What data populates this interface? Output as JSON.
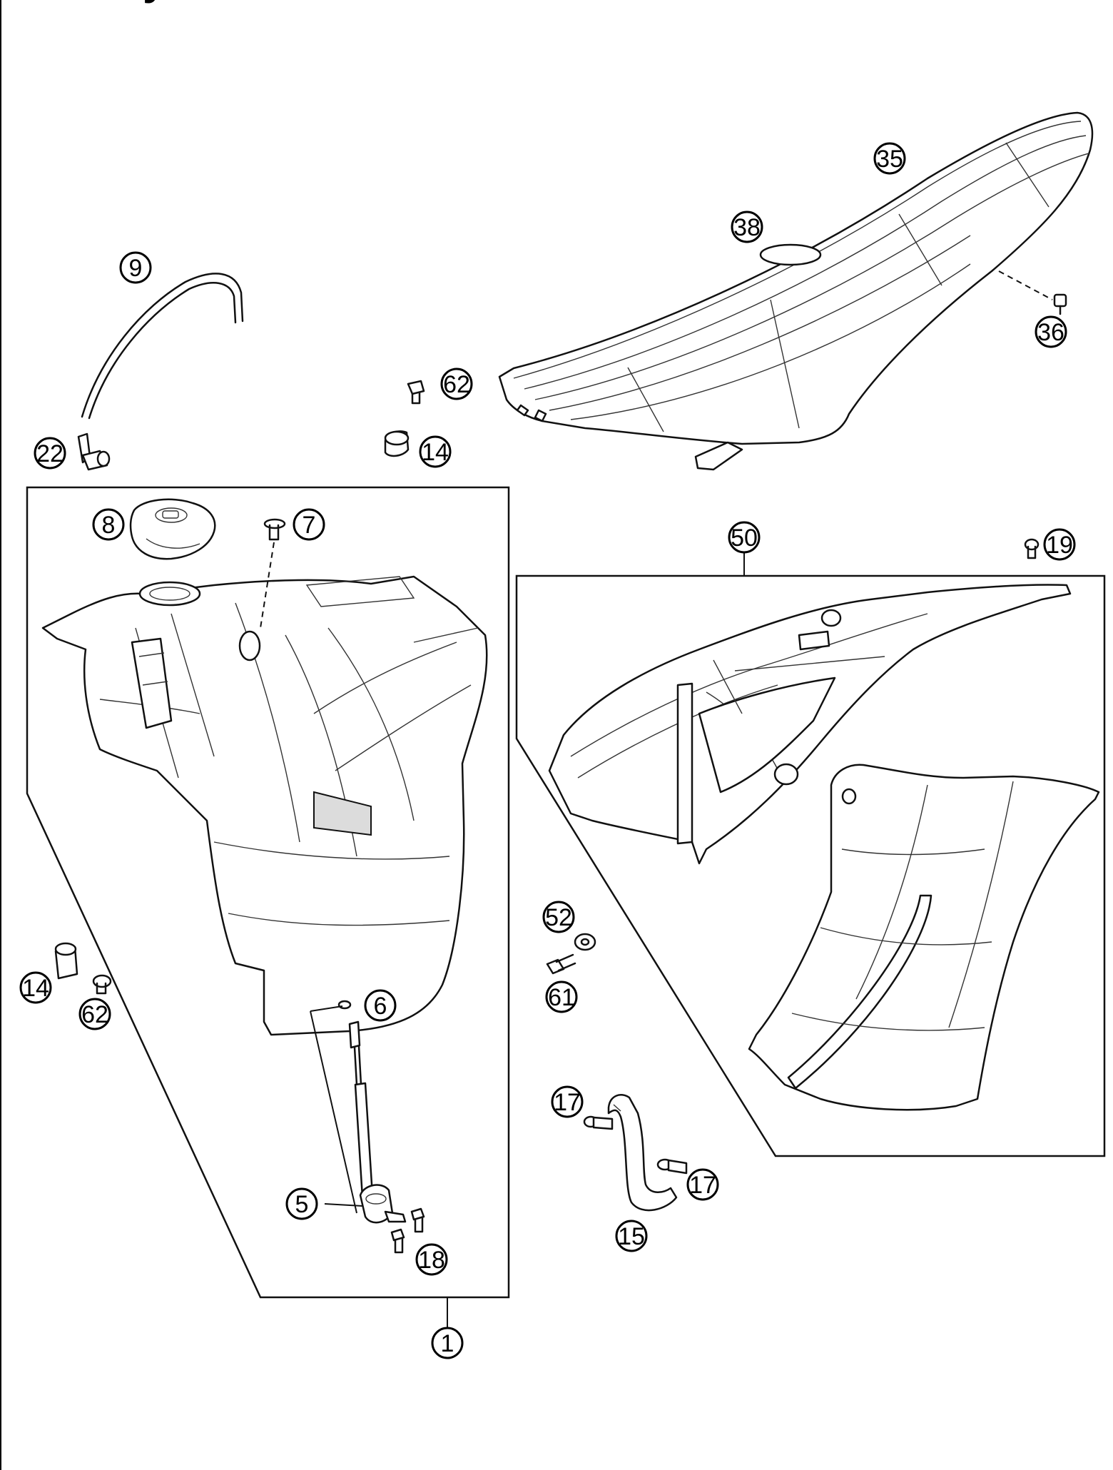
{
  "title_fragment": "y",
  "callouts": {
    "c1": "1",
    "c5": "5",
    "c6": "6",
    "c7": "7",
    "c8": "8",
    "c9": "9",
    "c14a": "14",
    "c14b": "14",
    "c15": "15",
    "c17a": "17",
    "c17b": "17",
    "c18": "18",
    "c19": "19",
    "c22": "22",
    "c35": "35",
    "c36": "36",
    "c38": "38",
    "c50": "50",
    "c52": "52",
    "c61": "61",
    "c62a": "62",
    "c62b": "62"
  }
}
